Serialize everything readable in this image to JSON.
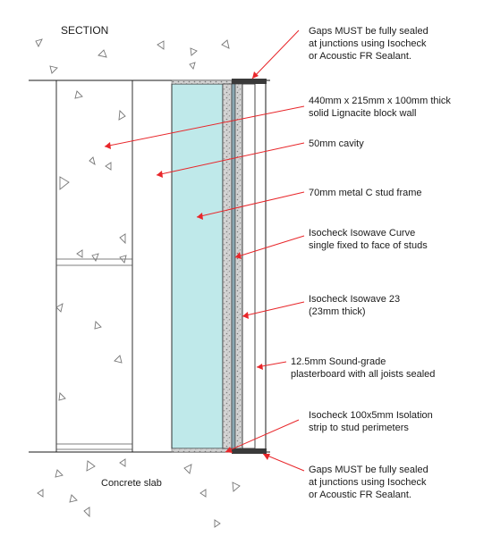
{
  "section_title": "SECTION",
  "slab_label": "Concrete slab",
  "callouts": [
    {
      "id": "gaps-top",
      "lines": [
        "Gaps  MUST  be fully sealed",
        "at junctions using Isocheck",
        "or Acoustic FR Sealant."
      ]
    },
    {
      "id": "block-wall",
      "lines": [
        "440mm x 215mm x 100mm thick",
        "solid Lignacite block wall"
      ]
    },
    {
      "id": "cavity",
      "lines": [
        "50mm cavity"
      ]
    },
    {
      "id": "stud-frame",
      "lines": [
        "70mm metal C stud frame"
      ]
    },
    {
      "id": "isowave-curve",
      "lines": [
        "Isocheck Isowave Curve",
        "single fixed to face of studs"
      ]
    },
    {
      "id": "isowave-23",
      "lines": [
        "Isocheck Isowave 23",
        "(23mm thick)"
      ]
    },
    {
      "id": "plasterboard",
      "lines": [
        "12.5mm Sound-grade",
        "plasterboard with all joists sealed"
      ]
    },
    {
      "id": "isolation-strip",
      "lines": [
        "Isocheck 100x5mm Isolation",
        "strip to stud perimeters"
      ]
    },
    {
      "id": "gaps-bottom",
      "lines": [
        "Gaps  MUST  be fully sealed",
        "at junctions using Isocheck",
        "or Acoustic FR Sealant."
      ]
    }
  ],
  "colors": {
    "leader": "#e8262a",
    "cavity_fill": "#bfe9ea",
    "insulation_fill": "#c9c9c9",
    "line": "#1a1a1a"
  }
}
